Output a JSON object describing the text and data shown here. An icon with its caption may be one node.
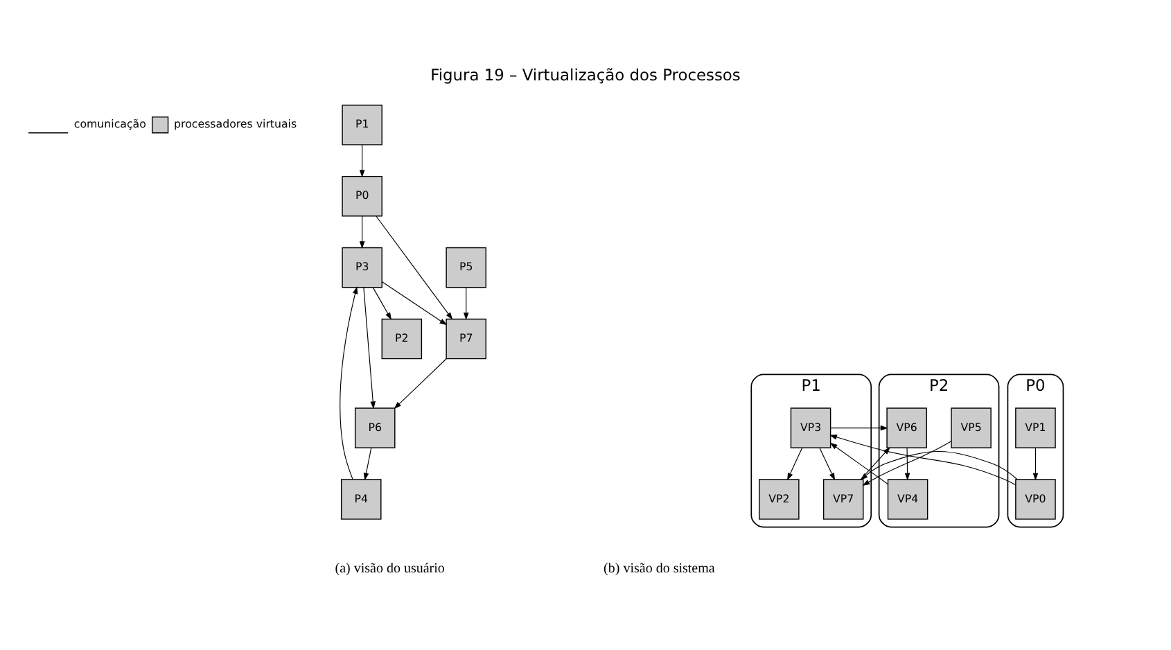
{
  "diagram": {
    "title": "Figura 19 – Virtualização dos Processos",
    "nodes": [
      {
        "text": [
          "P0"
        ]
      },
      {
        "text": [
          "P1"
        ]
      },
      {
        "text": [
          "P2"
        ]
      },
      {
        "text": [
          "P3"
        ]
      },
      {
        "text": [
          "P4"
        ]
      },
      {
        "text": [
          "P5"
        ]
      },
      {
        "text": [
          "P6"
        ]
      },
      {
        "text": [
          "P7"
        ]
      },
      {
        "text": [
          "P0"
        ]
      },
      {
        "text": [
          "P1"
        ]
      },
      {
        "text": [
          "P2"
        ]
      },
      {
        "text": [
          "VP1"
        ],
        "in": 8
      },
      {
        "text": [
          "VP0"
        ],
        "in": 8
      },
      {
        "text": [
          "VP2"
        ],
        "in": 9
      },
      {
        "text": [
          "VP3"
        ],
        "in": 9
      },
      {
        "text": [
          "VP7"
        ],
        "in": 9
      },
      {
        "text": [
          "VP4"
        ],
        "in": 10
      },
      {
        "text": [
          "VP6"
        ],
        "in": 10
      },
      {
        "text": [
          "VP5"
        ],
        "in": 10
      }
    ],
    "edges": [
      {
        "from": 1,
        "to": 0,
        "arrow": "to"
      },
      {
        "from": 0,
        "to": 3,
        "arrow": "to"
      },
      {
        "from": 0,
        "to": 7,
        "arrow": "to"
      },
      {
        "from": 3,
        "to": 2,
        "arrow": "to"
      },
      {
        "from": 4,
        "to": 3,
        "arrow": "to"
      },
      {
        "from": 3,
        "to": 6,
        "arrow": "to"
      },
      {
        "from": 3,
        "to": 7,
        "arrow": "to"
      },
      {
        "from": 6,
        "to": 4,
        "arrow": "to"
      },
      {
        "from": 7,
        "to": 6,
        "arrow": "to"
      },
      {
        "from": 5,
        "to": 7,
        "arrow": "to"
      },
      {
        "from": 11,
        "to": 12,
        "arrow": "to"
      },
      {
        "from": 12,
        "to": 14,
        "arrow": "to"
      },
      {
        "from": 12,
        "to": 15,
        "arrow": "to"
      },
      {
        "from": 14,
        "to": 13,
        "arrow": "to"
      },
      {
        "from": 16,
        "to": 14,
        "arrow": "to"
      },
      {
        "from": 14,
        "to": 17,
        "arrow": "to"
      },
      {
        "from": 14,
        "to": 15,
        "arrow": "to"
      },
      {
        "from": 17,
        "to": 16,
        "arrow": "to"
      },
      {
        "from": 15,
        "to": 17,
        "arrow": "to"
      },
      {
        "from": 18,
        "to": 15,
        "arrow": "to"
      }
    ],
    "labels": [
      "(a) visão do usuário",
      "(b) visão do sistema"
    ],
    "legend": [
      {
        "text": "comunicação"
      },
      {
        "text": "processadores virtuais",
        "color": "#cccccc"
      }
    ]
  }
}
